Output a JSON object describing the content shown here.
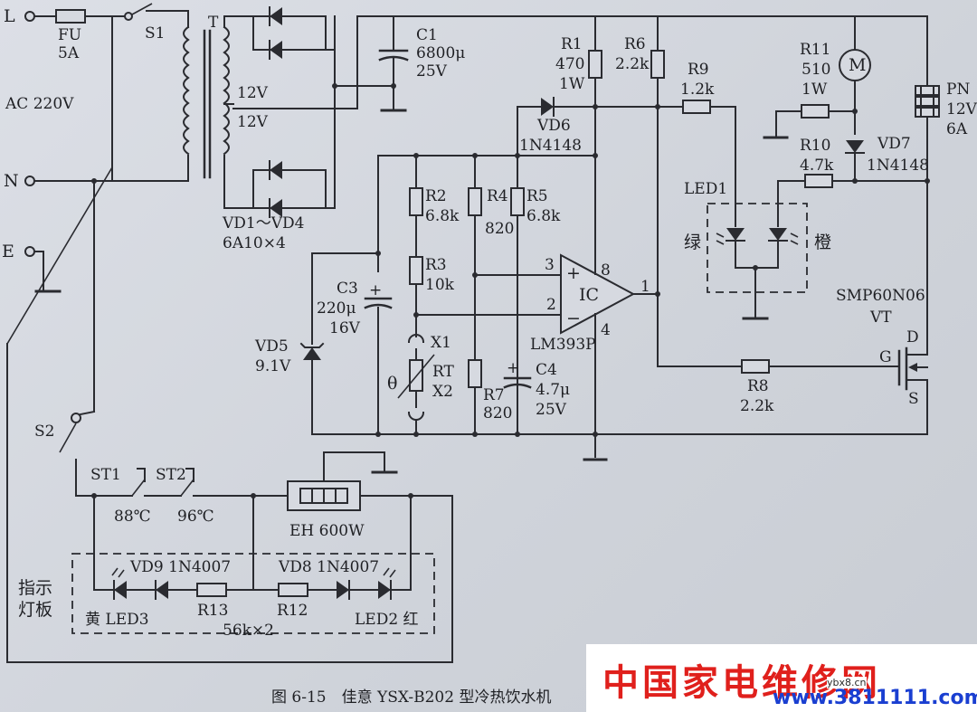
{
  "labels": {
    "L": "L",
    "N": "N",
    "E": "E",
    "fu": "FU",
    "fu_val": "5A",
    "s1": "S1",
    "s2": "S2",
    "t": "T",
    "ac": "AC 220V",
    "v12a": "12V",
    "v12b": "12V",
    "vd14": "VD1～VD4",
    "vd14_val": "6A10×4",
    "c1": "C1",
    "c1_cap": "6800μ",
    "c1_v": "25V",
    "r1": "R1",
    "r1_v": "470",
    "r1_w": "1W",
    "r6": "R6",
    "r6_v": "2.2k",
    "vd6": "VD6",
    "vd6_t": "1N4148",
    "r9": "R9",
    "r9_v": "1.2k",
    "r11": "R11",
    "r11_v": "510",
    "r11_w": "1W",
    "motor": "M",
    "pn": "PN",
    "pn_v": "12V",
    "pn_a": "6A",
    "r10": "R10",
    "r10_v": "4.7k",
    "vd7": "VD7",
    "vd7_t": "1N4148",
    "r2": "R2",
    "r2_v": "6.8k",
    "r4": "R4",
    "r4_v": "820",
    "r5": "R5",
    "r5_v": "6.8k",
    "led1": "LED1",
    "green": "绿",
    "orange": "橙",
    "c3": "C3",
    "c3_cap": "220μ",
    "c3_v": "16V",
    "r3": "R3",
    "r3_v": "10k",
    "pin3": "3",
    "pin8": "8",
    "pin2": "2",
    "pin1": "1",
    "pin4": "4",
    "ic": "IC",
    "plus": "+",
    "minus": "−",
    "smp": "SMP60N06",
    "vt": "VT",
    "vd5": "VD5",
    "vd5_v": "9.1V",
    "x1": "X1",
    "rt": "RT",
    "x2": "X2",
    "theta": "θ",
    "lm": "LM393P",
    "c4": "C4",
    "c4_cap": "4.7μ",
    "c4_v": "25V",
    "r7": "R7",
    "r7_v": "820",
    "d": "D",
    "g": "G",
    "s": "S",
    "r8": "R8",
    "r8_v": "2.2k",
    "st1": "ST1",
    "st2": "ST2",
    "t88": "88℃",
    "t96": "96℃",
    "eh": "EH 600W",
    "vd9": "VD9 1N4007",
    "vd8": "VD8 1N4007",
    "panel1": "指示",
    "panel2": "灯板",
    "yellow_led3": "黄 LED3",
    "r13": "R13",
    "r12": "R12",
    "led2_red": "LED2 红",
    "res56k": "56k×2"
  },
  "caption": "图 6-15　佳意 YSX-B202 型冷热饮水机",
  "watermark": {
    "title": "中国家电维修网",
    "url": "www.3811111.com",
    "small": "ybx8.cn"
  }
}
